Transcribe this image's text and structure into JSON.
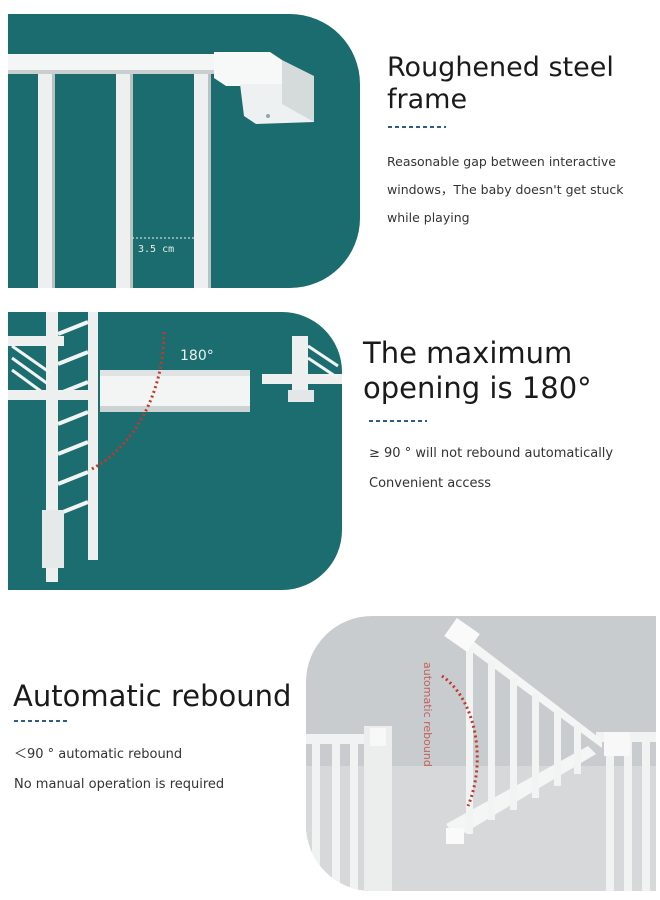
{
  "colors": {
    "teal_background": "#1b6c6e",
    "grey_background": "#c9ccce",
    "frame_white": "#f4f5f5",
    "arc_red": "#c0392b",
    "dash_blue": "#2c5b8c"
  },
  "sections": [
    {
      "title_line1": "Roughened steel",
      "title_line2": "frame",
      "lines": [
        "Reasonable gap between interactive",
        "windows，The baby doesn't get stuck",
        "while playing"
      ],
      "measurement_label": "3.5 cm"
    },
    {
      "title_line1": "The maximum",
      "title_line2": "opening is 180°",
      "lines": [
        "≥ 90 ° will not rebound automatically",
        "Convenient access"
      ],
      "angle_label": "180°"
    },
    {
      "title_line1": "Automatic rebound",
      "lines": [
        "＜90 ° automatic rebound",
        "No manual operation is required"
      ],
      "angle_label": "automatic rebound"
    }
  ]
}
